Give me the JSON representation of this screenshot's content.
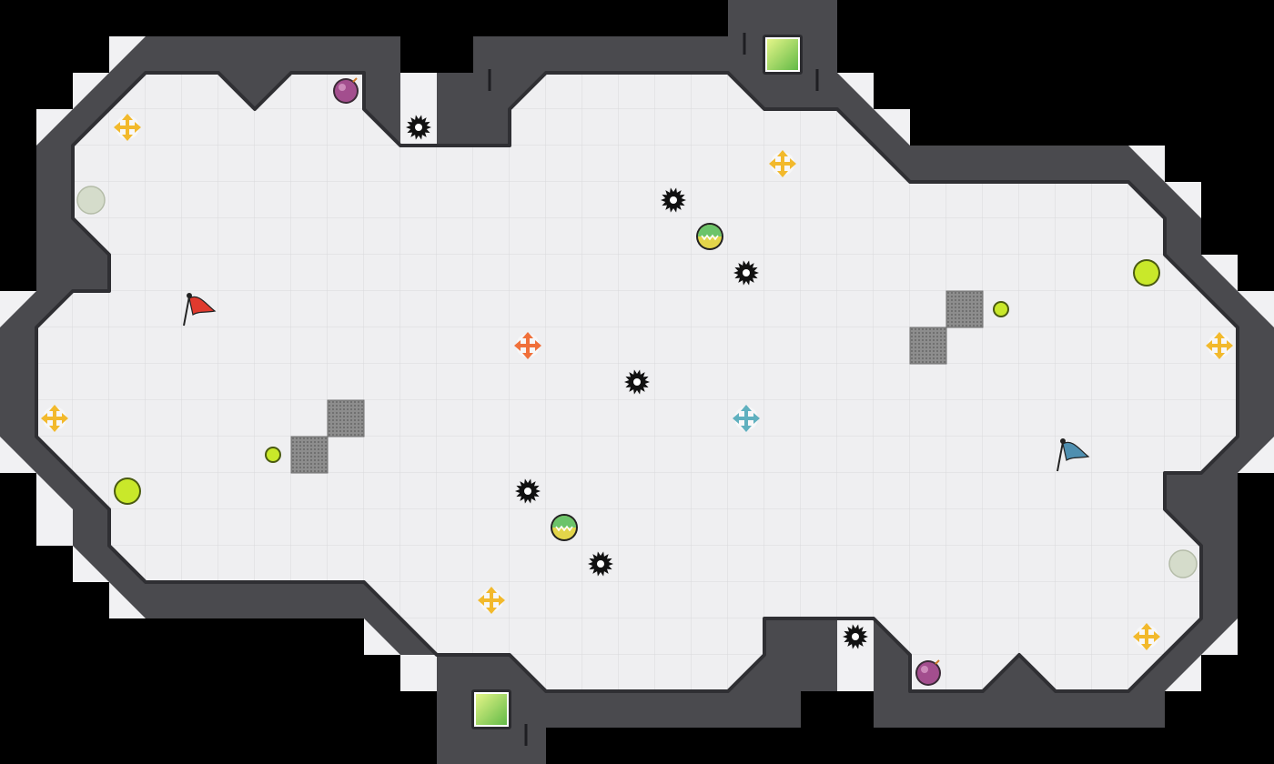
{
  "map": {
    "title": "",
    "colors": {
      "background": "#000000",
      "wall": "#4a4a4e",
      "wall_edge": "#2f2f33",
      "wall_fringe": "#f1f1f3",
      "floor": "#efeff1",
      "grid": "#d8d8dc",
      "red_team": "#e03a2e",
      "blue_team": "#4f8fb0",
      "powerup_gold": "#f2b92c",
      "boost_red": "#f0703a",
      "boost_blue": "#5fb0bf",
      "button_yellow": "#c9e82a",
      "bomb": "#a34e8e",
      "tile_gray": "#8a8a8a",
      "portal_green": "#8fd14a"
    },
    "items": {
      "flags": [
        {
          "team": "red",
          "icon": "red-flag-icon"
        },
        {
          "team": "blue",
          "icon": "blue-flag-icon"
        }
      ],
      "boosts": [
        {
          "team": "neutral",
          "icon": "neutral-boost-icon"
        },
        {
          "team": "red",
          "icon": "red-boost-icon"
        },
        {
          "team": "blue",
          "icon": "blue-boost-icon"
        }
      ],
      "spikes": {
        "icon": "spike-icon"
      },
      "bombs": {
        "icon": "bomb-icon"
      },
      "powerups": {
        "icon": "powerup-icon"
      },
      "buttons": {
        "icon": "button-icon"
      },
      "gates": {
        "icon": "gate-tile-icon"
      },
      "portals": {
        "icon": "portal-icon"
      },
      "inactive_markers": {
        "icon": "inactive-marker-icon"
      }
    }
  }
}
